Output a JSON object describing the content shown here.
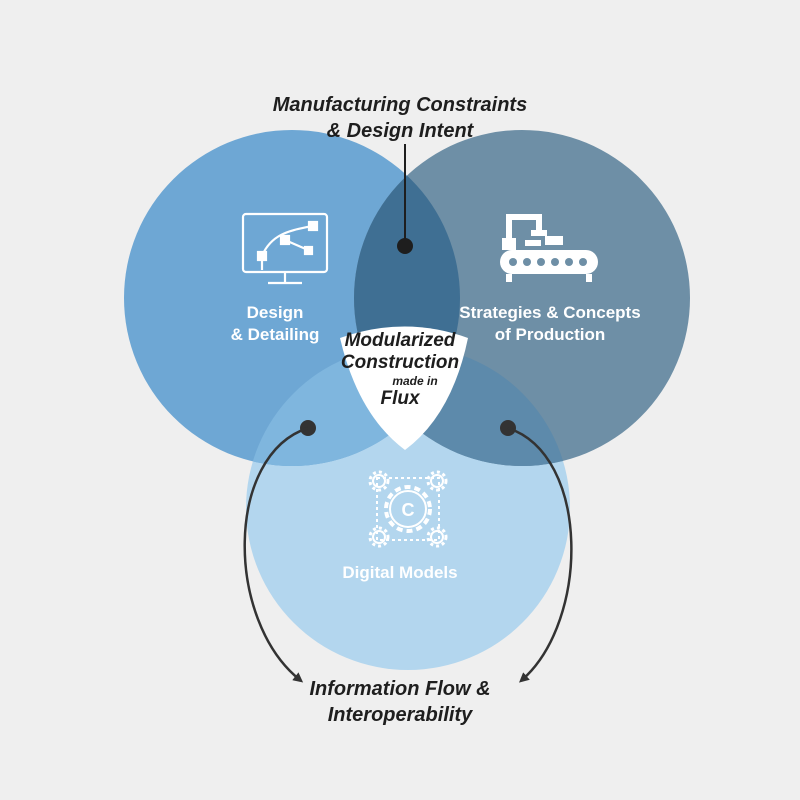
{
  "top_label": {
    "line1": "Manufacturing Constraints",
    "line2": "& Design Intent"
  },
  "circles": {
    "design": {
      "line1": "Design",
      "line2": "& Detailing",
      "icon": "vector-design-monitor-icon",
      "color": "#6ea7d4"
    },
    "strategy": {
      "line1": "Strategies & Concepts",
      "line2": "of Production",
      "icon": "conveyor-robot-icon",
      "color": "#6e8fa6"
    },
    "digital": {
      "line1": "Digital Models",
      "icon": "gears-network-icon",
      "color": "#b3d6ee"
    }
  },
  "center": {
    "line1": "Modularized",
    "line2": "Construction",
    "line3": "made in",
    "line4": "Flux"
  },
  "bottom_label": {
    "line1": "Information Flow &",
    "line2": "Interoperability"
  },
  "colors": {
    "background": "#efefef",
    "overlap_design_strategy": "#3f6f93",
    "center_triangle": "#ffffff",
    "arrow": "#333333"
  }
}
